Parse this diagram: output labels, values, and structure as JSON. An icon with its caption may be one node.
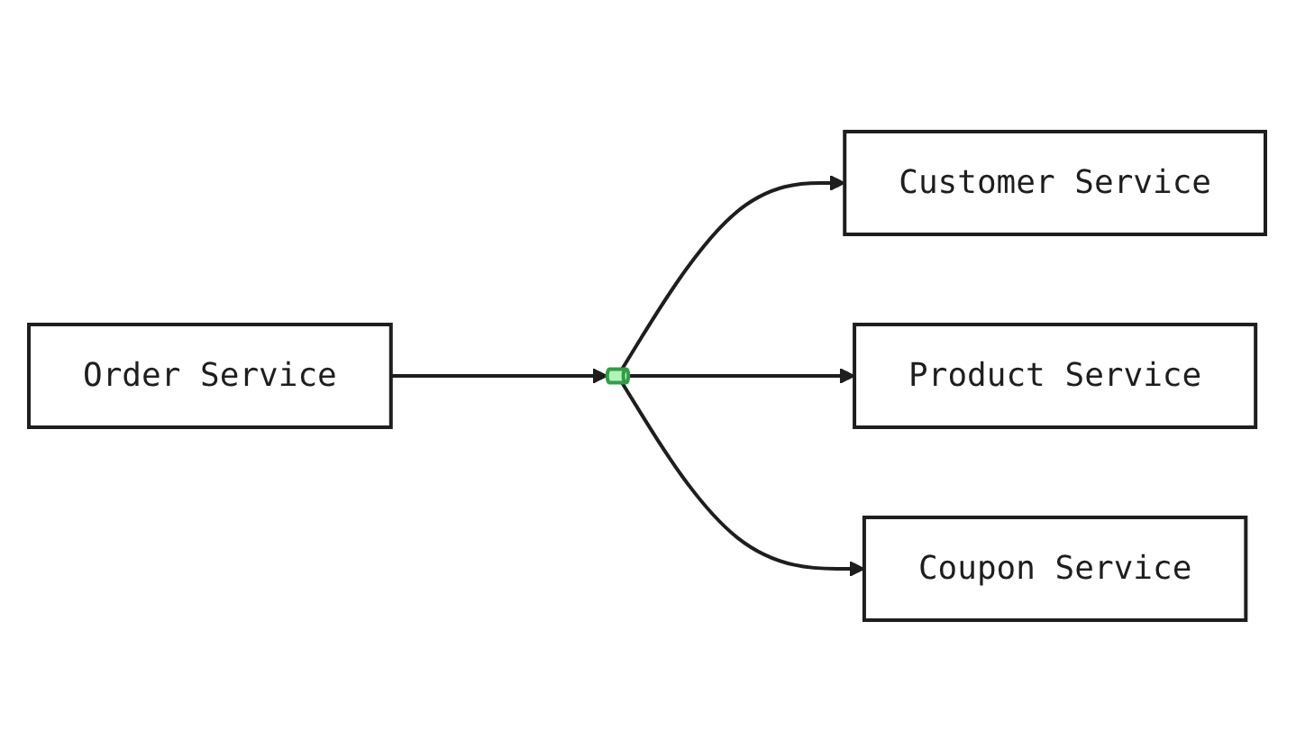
{
  "diagram": {
    "nodes": [
      {
        "text": [
          "Order Service"
        ]
      },
      {
        "text": [],
        "shape": "cylinder"
      },
      {
        "text": [
          "Customer Service"
        ]
      },
      {
        "text": [
          "Product Service"
        ]
      },
      {
        "text": [
          "Coupon Service"
        ]
      }
    ],
    "edges": [
      {
        "from": 0,
        "to": 1,
        "arrow": "to"
      },
      {
        "from": 1,
        "to": 2,
        "arrow": "to"
      },
      {
        "from": 1,
        "to": 3,
        "arrow": "to"
      },
      {
        "from": 1,
        "to": 4,
        "arrow": "to"
      }
    ]
  }
}
